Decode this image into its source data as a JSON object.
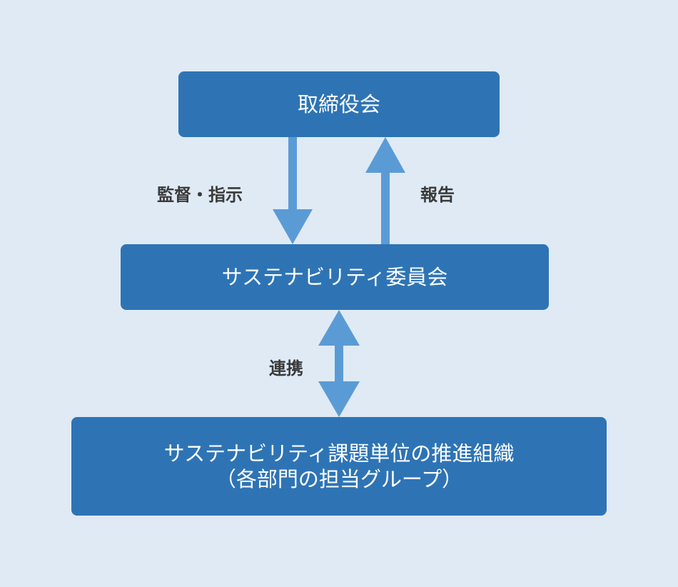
{
  "nodes": {
    "board": "取締役会",
    "committee": "サステナビリティ委員会",
    "units_line1": "サステナビリティ課題単位の推進組織",
    "units_line2": "（各部門の担当グループ）"
  },
  "edges": {
    "supervise": "監督・指示",
    "report": "報告",
    "liaison": "連携"
  },
  "colors": {
    "background": "#dfeaf5",
    "box": "#2e74b5",
    "arrow": "#5b9bd5",
    "label": "#3a3a3a"
  }
}
